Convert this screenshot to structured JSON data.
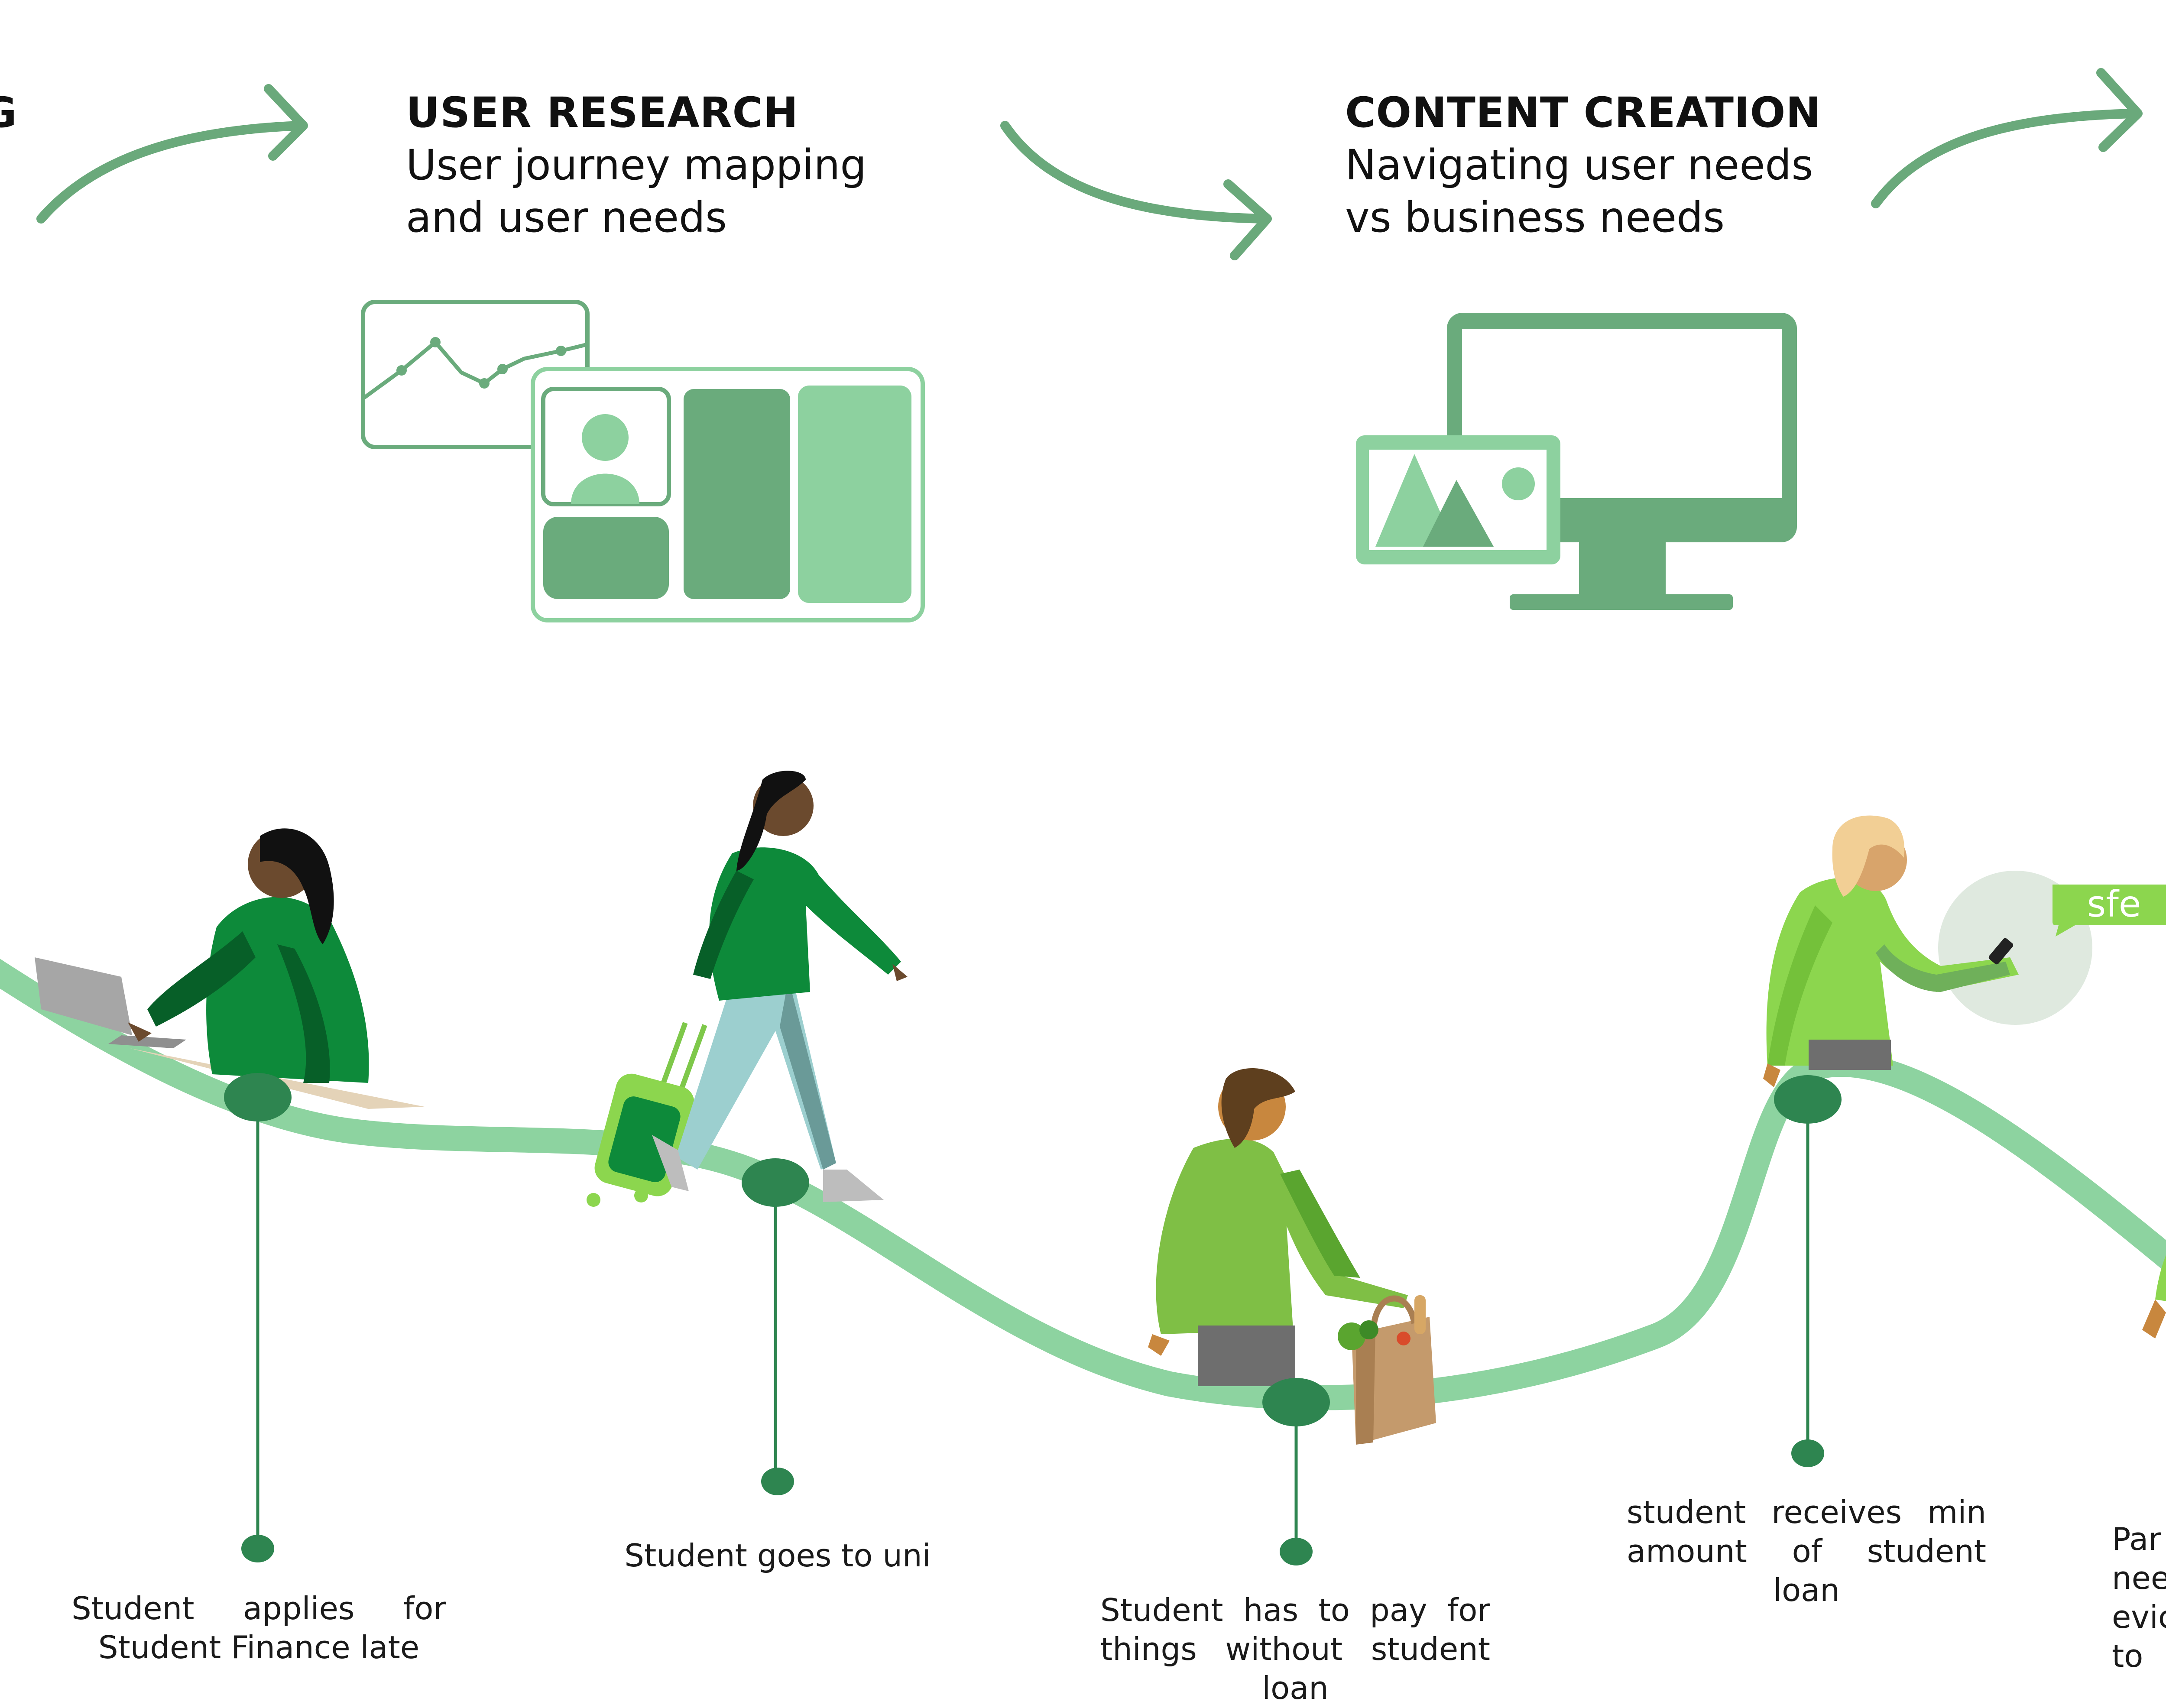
{
  "headings": {
    "left_partial": {
      "title": "G"
    },
    "user_research": {
      "title": "USER RESEARCH",
      "subtitle": "User journey mapping\nand user needs"
    },
    "content_creation": {
      "title": "CONTENT CREATION",
      "subtitle": "Navigating user needs\nvs business needs"
    }
  },
  "speech_bubble": {
    "text": "sfe"
  },
  "journey": {
    "steps": [
      {
        "caption": "Student applies for Student Finance late"
      },
      {
        "caption": "Student goes to uni"
      },
      {
        "caption": "Student has to pay for things without student loan"
      },
      {
        "caption": "student receives min amount of student loan"
      },
      {
        "caption": "Par nee evic to"
      }
    ]
  },
  "colors": {
    "arrow": "#6aa97b",
    "icon_dark": "#6aab7c",
    "icon_light": "#8dd19f",
    "path": "#8dd3a0",
    "node": "#2e8550",
    "sweater_dark": "#0d8a3a",
    "sweater_mid": "#7fbf45",
    "sweater_light": "#8cd64e",
    "bubble": "#8cd64e"
  }
}
